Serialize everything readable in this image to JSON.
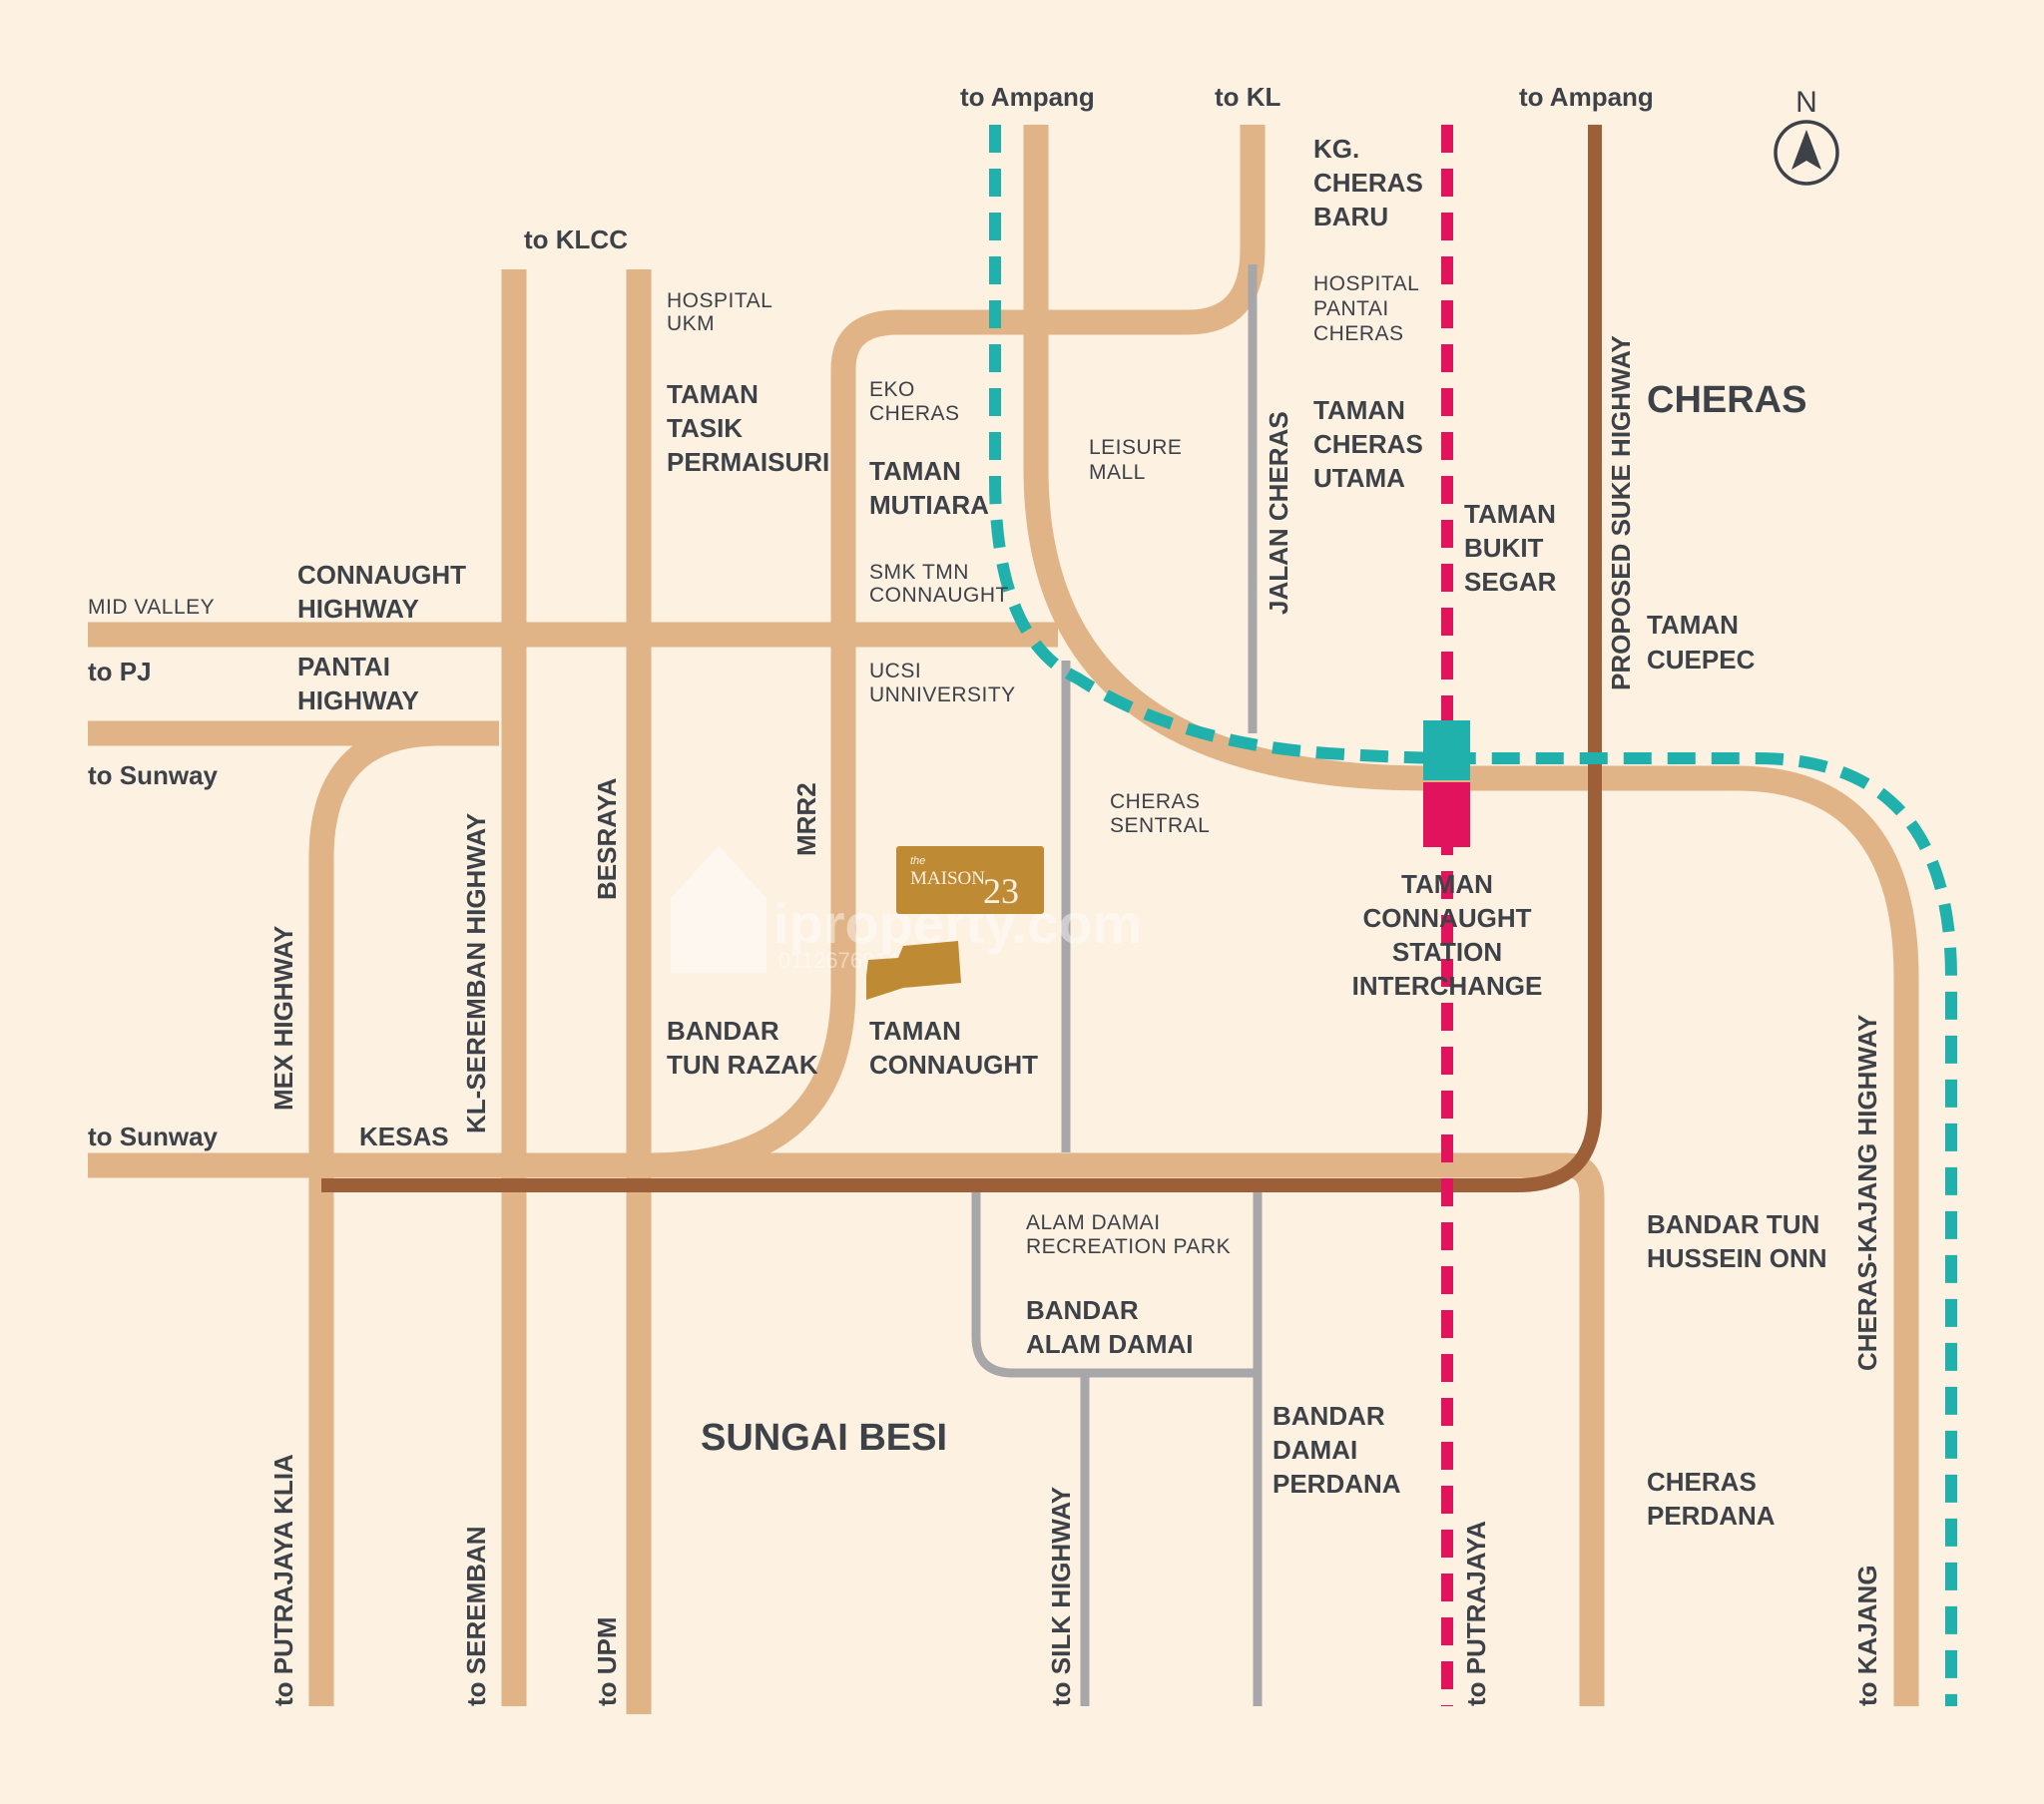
{
  "colors": {
    "background": "#fdf1e2",
    "major_road": "#e1b488",
    "minor_road": "#a7a7aa",
    "highway_brown": "#9c5f37",
    "rail_teal": "#21b1ac",
    "rail_pink": "#e0135c",
    "label": "#3d4148",
    "project_gold": "#bf8a34"
  },
  "compass": {
    "letter": "N",
    "icon": "north-arrow-icon"
  },
  "destinations": {
    "to_ampang_left": "to Ampang",
    "to_kl": "to KL",
    "to_ampang_right": "to Ampang",
    "to_klcc": "to KLCC",
    "to_pj": "to PJ",
    "to_sunway_1": "to Sunway",
    "to_sunway_2": "to Sunway",
    "to_putrajaya_klia": "to PUTRAJAYA KLIA",
    "to_seremban": "to SEREMBAN",
    "to_upm": "to UPM",
    "to_silk_highway": "to SILK HIGHWAY",
    "to_putrajaya": "to PUTRAJAYA",
    "to_kajang": "to KAJANG"
  },
  "roads": {
    "mid_valley": "MID VALLEY",
    "connaught_highway": [
      "CONNAUGHT",
      "HIGHWAY"
    ],
    "pantai_highway": [
      "PANTAI",
      "HIGHWAY"
    ],
    "kesas": "KESAS",
    "mex_highway": "MEX HIGHWAY",
    "kl_seremban_highway": "KL-SEREMBAN HIGHWAY",
    "besraya": "BESRAYA",
    "mrr2": "MRR2",
    "jalan_cheras": "JALAN CHERAS",
    "proposed_suke_highway": "PROPOSED SUKE HIGHWAY",
    "cheras_kajang_highway": "CHERAS-KAJANG HIGHWAY"
  },
  "places": {
    "hospital_ukm": [
      "HOSPITAL",
      "UKM"
    ],
    "taman_tasik_permaisuri": [
      "TAMAN",
      "TASIK",
      "PERMAISURI"
    ],
    "eko_cheras": [
      "EKO",
      "CHERAS"
    ],
    "taman_mutiara": [
      "TAMAN",
      "MUTIARA"
    ],
    "smk_tmn_connaught": [
      "SMK TMN",
      "CONNAUGHT"
    ],
    "ucsi_university": [
      "UCSI",
      "UNNIVERSITY"
    ],
    "leisure_mall": [
      "LEISURE",
      "MALL"
    ],
    "kg_cheras_baru": [
      "KG.",
      "CHERAS",
      "BARU"
    ],
    "hospital_pantai_cheras": [
      "HOSPITAL",
      "PANTAI",
      "CHERAS"
    ],
    "taman_cheras_utama": [
      "TAMAN",
      "CHERAS",
      "UTAMA"
    ],
    "taman_bukit_segar": [
      "TAMAN",
      "BUKIT",
      "SEGAR"
    ],
    "taman_cuepec": [
      "TAMAN",
      "CUEPEC"
    ],
    "cheras_sentral": [
      "CHERAS",
      "SENTRAL"
    ],
    "taman_connaught_station": [
      "TAMAN",
      "CONNAUGHT",
      "STATION",
      "INTERCHANGE"
    ],
    "bandar_tun_razak": [
      "BANDAR",
      "TUN RAZAK"
    ],
    "taman_connaught": [
      "TAMAN",
      "CONNAUGHT"
    ],
    "alam_damai_recreation_park": [
      "ALAM DAMAI",
      "RECREATION PARK"
    ],
    "bandar_alam_damai": [
      "BANDAR",
      "ALAM DAMAI"
    ],
    "bandar_damai_perdana": [
      "BANDAR",
      "DAMAI",
      "PERDANA"
    ],
    "bandar_tun_hussein_onn": [
      "BANDAR TUN",
      "HUSSEIN ONN"
    ],
    "cheras_perdana": [
      "CHERAS",
      "PERDANA"
    ]
  },
  "areas": {
    "cheras": "CHERAS",
    "sungai_besi": "SUNGAI BESI"
  },
  "project": {
    "small": "the",
    "name": "MAISON",
    "number": "23"
  },
  "watermark": {
    "text": "iproperty.com",
    "phone": "01126769141"
  }
}
